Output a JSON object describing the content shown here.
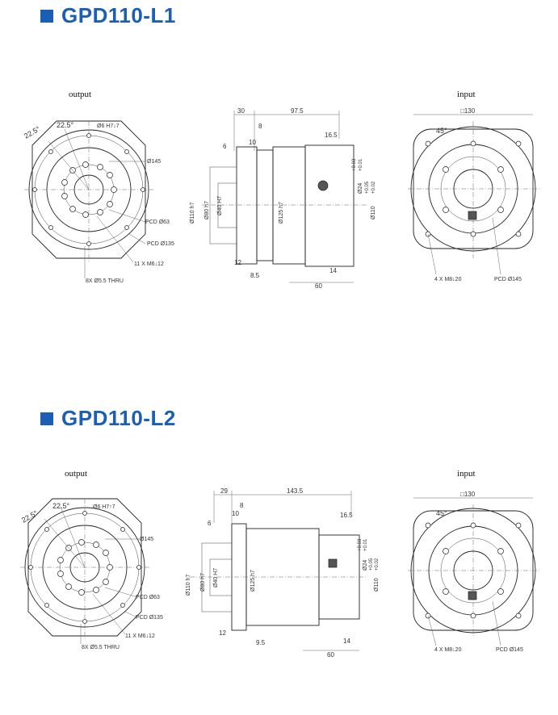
{
  "accent_color": "#1a5fb4",
  "sections": [
    {
      "title": "GPD110-L1",
      "output_label": "output",
      "input_label": "input",
      "output": {
        "angle_a": "22.5°",
        "angle_b": "22.5°",
        "hole_top": "Ø6 H7↓7",
        "d145": "Ø145",
        "pcd63": "PCD Ø63",
        "pcd135": "PCD Ø135",
        "tapped": "11 X M6↓12",
        "thru": "8X Ø5.5 THRU"
      },
      "side": {
        "d30": "30",
        "d975": "97.5",
        "d8": "8",
        "d10": "10",
        "d6": "6",
        "d165": "16.5",
        "d12": "12",
        "d85": "8.5",
        "d14": "14",
        "d60": "60",
        "h110": "Ø110 h7",
        "h80": "Ø80 h7",
        "h40": "Ø40 H7",
        "h125": "Ø125 h7",
        "tol_003": "+0.03",
        "tol_001": "+0.01",
        "d24": "Ø24",
        "tol_005": "+0.05",
        "tol_002": "+0.02",
        "d110b": "Ø110"
      },
      "input": {
        "sq": "□130",
        "angle": "45°",
        "m8": "4 X M8↓20",
        "pcd145": "PCD Ø145"
      }
    },
    {
      "title": "GPD110-L2",
      "output_label": "output",
      "input_label": "input",
      "output": {
        "angle_a": "22.5°",
        "angle_b": "22.5°",
        "hole_top": "Ø6 H7↑7",
        "d145": "Ø145",
        "pcd63": "PCD Ø63",
        "pcd135": "PCD Ø135",
        "tapped": "11 X M6↓12",
        "thru": "8X Ø5.5 THRU"
      },
      "side": {
        "d30": "29",
        "d975": "143.5",
        "d8": "8",
        "d10": "10",
        "d6": "6",
        "d165": "16.5",
        "d12": "12",
        "d85": "9.5",
        "d14": "14",
        "d60": "60",
        "h110": "Ø110 h7",
        "h80": "Ø80 h7",
        "h40": "Ø40 H7",
        "h125": "Ø125 h7",
        "tol_003": "+0.03",
        "tol_001": "+0.01",
        "d24": "Ø24",
        "tol_005": "+0.05",
        "tol_002": "+0.02",
        "d110b": "Ø110"
      },
      "input": {
        "sq": "□130",
        "angle": "45°",
        "m8": "4 X M8↓20",
        "pcd145": "PCD Ø145"
      }
    }
  ]
}
